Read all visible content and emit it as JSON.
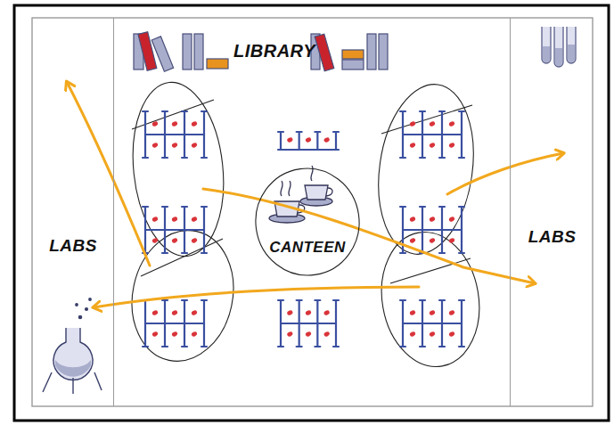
{
  "diagram": {
    "nodes": [
      {
        "text": [
          "LABS"
        ]
      },
      {
        "text": [
          "CANTEEN"
        ]
      },
      {
        "text": [
          "LABS"
        ]
      }
    ],
    "labels": [
      "LIBRARY"
    ]
  }
}
